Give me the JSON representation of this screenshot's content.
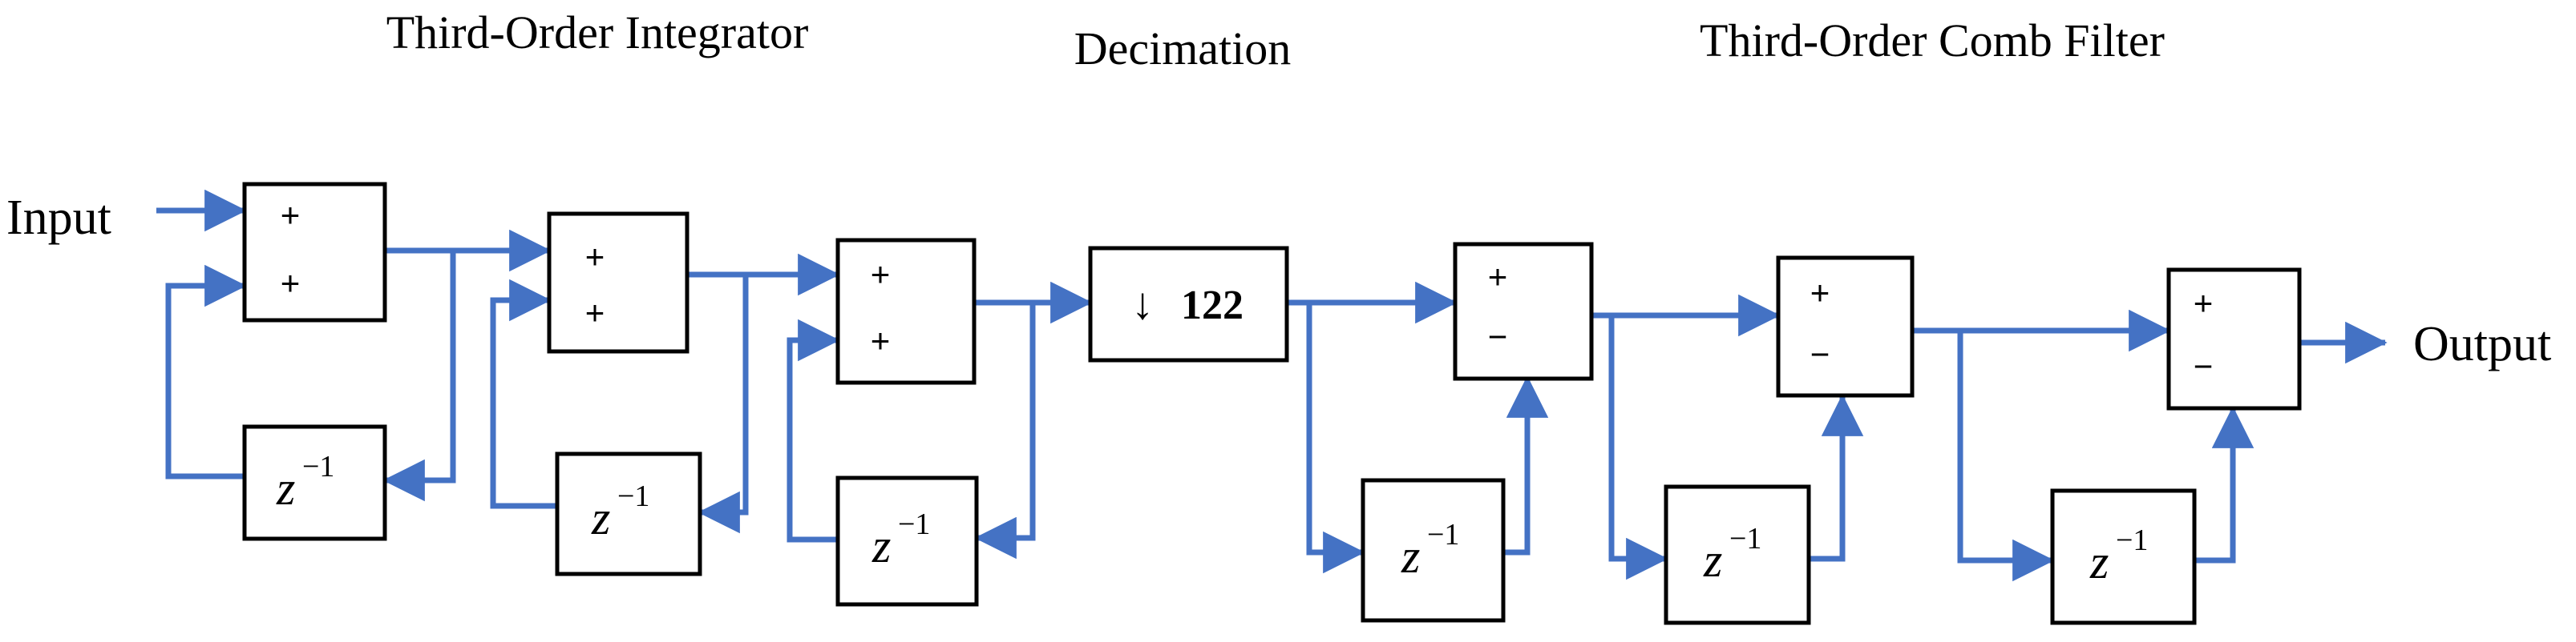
{
  "titles": {
    "integrator": "Third-Order Integrator",
    "decimation": "Decimation",
    "comb": "Third-Order Comb Filter"
  },
  "io": {
    "input": "Input",
    "output": "Output"
  },
  "signs": {
    "plus": "+",
    "minus": "−"
  },
  "delay": {
    "base": "z",
    "exponent": "−1"
  },
  "decimator": {
    "arrow": "↓",
    "factor": "122"
  },
  "colors": {
    "wire": "#4472c4",
    "block_stroke": "#000000"
  }
}
